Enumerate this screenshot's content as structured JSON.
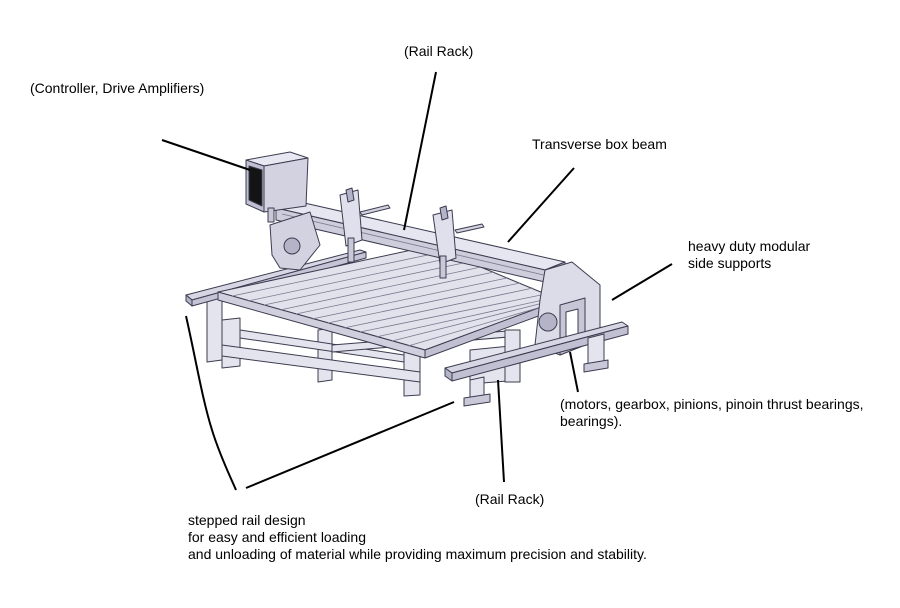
{
  "labels": {
    "controller": "(Controller, Drive Amplifiers)",
    "rail_rack_top": "(Rail Rack)",
    "transverse_beam": "Transverse box beam",
    "side_supports": [
      "heavy duty modular",
      "side supports"
    ],
    "drive_components": [
      "(motors, gearbox, pinions, pinoin thrust bearings,",
      "bearings)."
    ],
    "rail_rack_bottom": "(Rail Rack)",
    "stepped_rail": [
      "stepped rail design",
      "for easy and efficient loading",
      "and unloading of material while providing maximum precision and stability."
    ]
  },
  "colors": {
    "line": "#000000",
    "machine_fill": "#dcdce8",
    "machine_dark": "#b4b4c8",
    "machine_stroke": "#3c3c50",
    "screen": "#141414"
  }
}
